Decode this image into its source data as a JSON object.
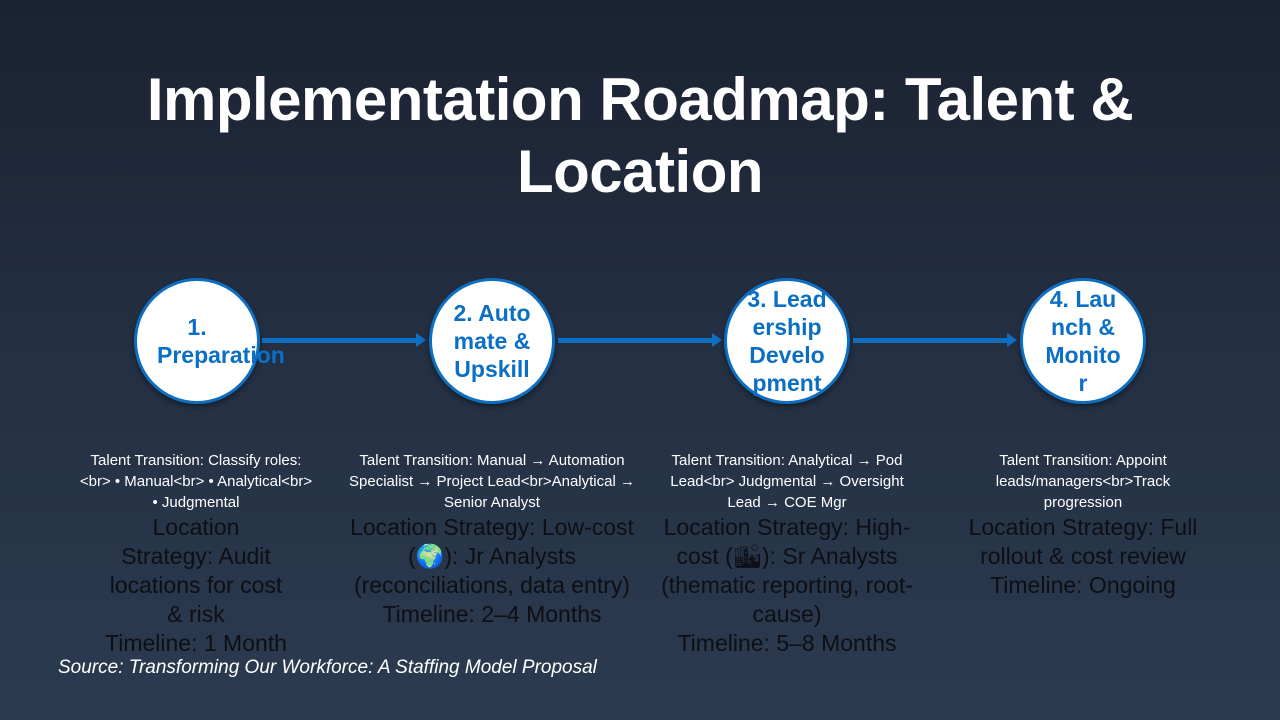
{
  "title": "Implementation Roadmap: Talent & Location",
  "steps": [
    {
      "label": "1. Preparation",
      "talent": "Talent Transition: Classify roles:<br> • Manual<br> • Analytical<br> • Judgmental",
      "location": "Location Strategy: Audit locations for cost & risk",
      "timeline": "Timeline: 1 Month"
    },
    {
      "label": "2. Automate & Upskill",
      "talent": "Talent Transition: Manual → Automation Specialist → Project Lead<br>Analytical → Senior Analyst",
      "location": "Location Strategy: Low-cost (🌍): Jr Analysts (reconciliations, data entry)",
      "timeline": "Timeline: 2–4 Months"
    },
    {
      "label": "3. Leadership Development",
      "talent": "Talent Transition: Analytical → Pod Lead<br> Judgmental → Oversight Lead → COE Mgr",
      "location": "Location Strategy: High-cost (🏙): Sr Analysts (thematic reporting, root-cause)",
      "timeline": "Timeline: 5–8 Months"
    },
    {
      "label": "4. Launch & Monitor",
      "talent": "Talent Transition: Appoint leads/managers<br>Track progression",
      "location": "Location Strategy: Full rollout & cost review",
      "timeline": "Timeline: Ongoing"
    }
  ],
  "source": "Source: Transforming Our Workforce: A Staffing Model Proposal",
  "colors": {
    "accent": "#0e6fc2",
    "background": "#243043"
  }
}
